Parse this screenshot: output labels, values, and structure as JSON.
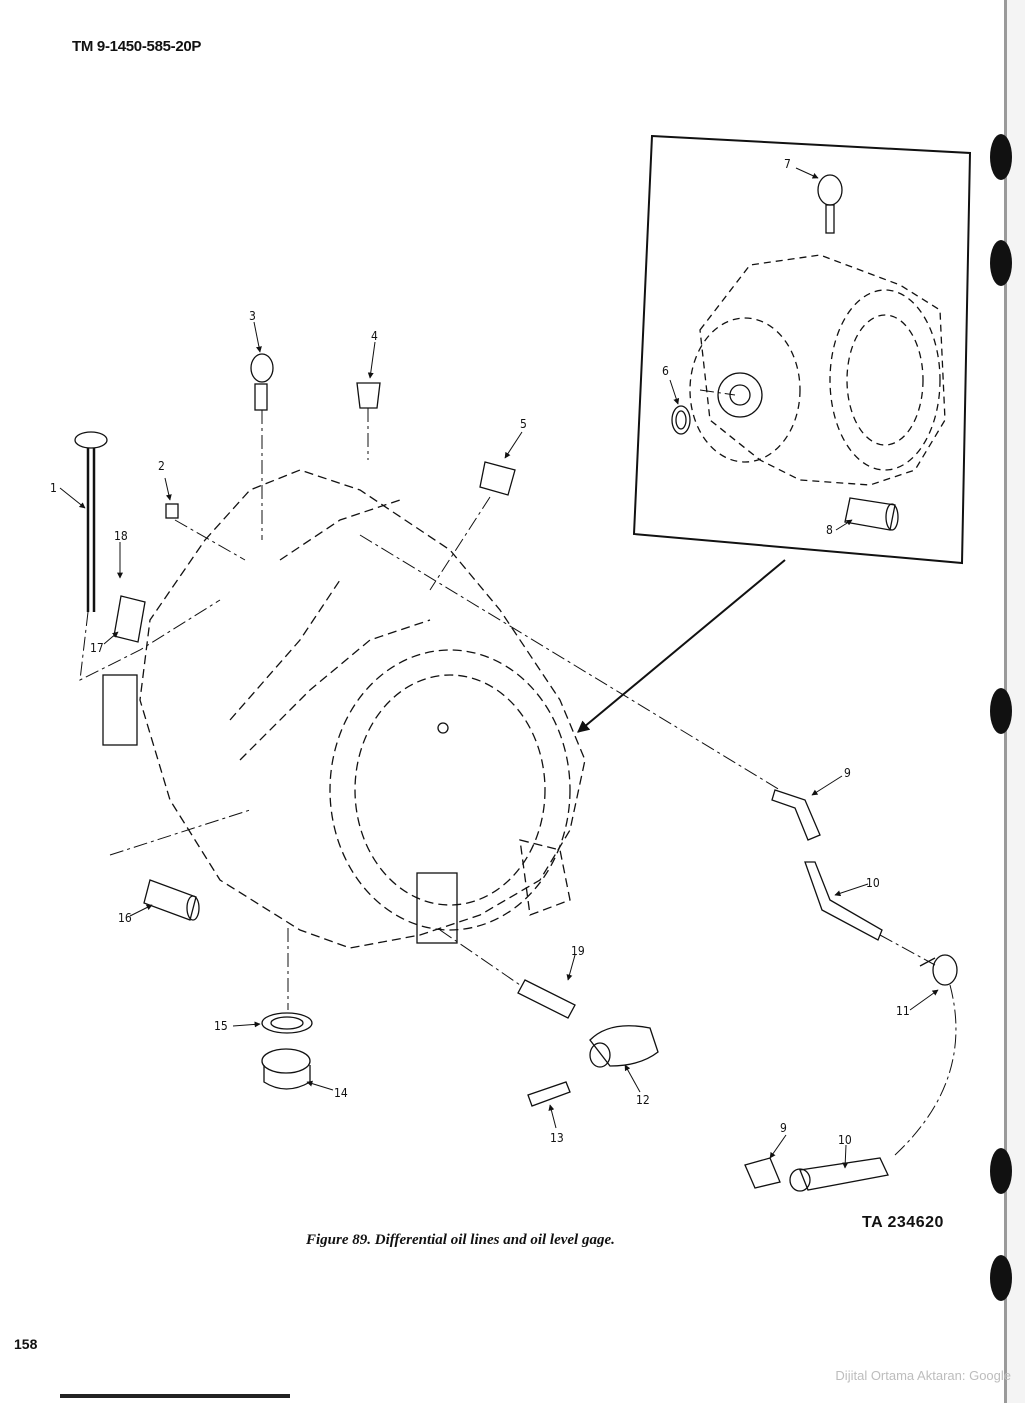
{
  "header": {
    "tm_number": "TM 9-1450-585-20P"
  },
  "figure": {
    "caption": "Figure 89.  Differential oil lines and oil level gage.",
    "ta_number": "TA 234620",
    "callouts": {
      "c1": "1",
      "c2": "2",
      "c3": "3",
      "c4": "4",
      "c5": "5",
      "c6": "6",
      "c7": "7",
      "c8": "8",
      "c9a": "9",
      "c9b": "9",
      "c10a": "10",
      "c10b": "10",
      "c11": "11",
      "c12": "12",
      "c13": "13",
      "c14": "14",
      "c15": "15",
      "c16": "16",
      "c17": "17",
      "c18": "18",
      "c19": "19"
    }
  },
  "footer": {
    "page_number": "158",
    "watermark": "Dijital Ortama Aktaran: Google"
  }
}
